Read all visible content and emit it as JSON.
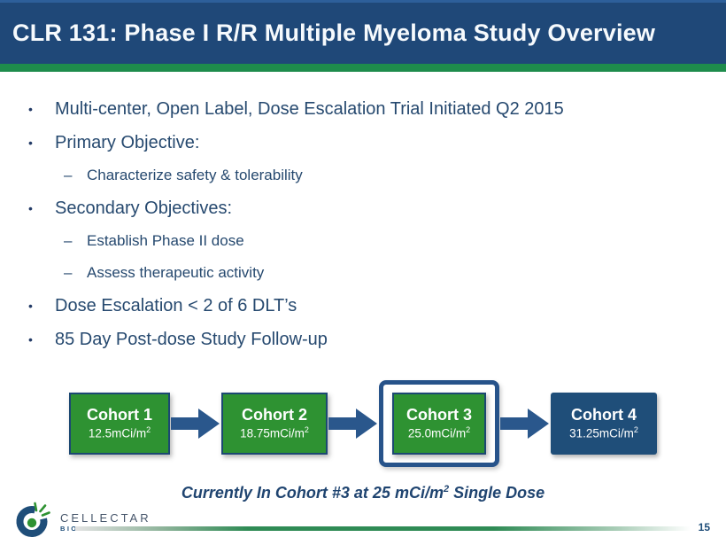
{
  "slide": {
    "title": "CLR 131: Phase I R/R Multiple Myeloma Study Overview",
    "page_number": "15"
  },
  "colors": {
    "title_bar_navy": "#1F4878",
    "accent_stripe_green": "#1E8C4C",
    "cohort_box_green": "#2E9232",
    "cohort_box_navy": "#1F4E79",
    "body_text_navy": "#26496F",
    "highlight_border_navy": "#27538A"
  },
  "bullets": [
    {
      "level": 1,
      "marker": "•",
      "text": "Multi-center, Open Label, Dose Escalation Trial Initiated Q2 2015"
    },
    {
      "level": 1,
      "marker": "•",
      "text": "Primary Objective:"
    },
    {
      "level": 2,
      "marker": "–",
      "text": "Characterize safety & tolerability"
    },
    {
      "level": 1,
      "marker": "•",
      "text": "Secondary Objectives:"
    },
    {
      "level": 2,
      "marker": "–",
      "text": "Establish Phase II dose"
    },
    {
      "level": 2,
      "marker": "–",
      "text": "Assess therapeutic activity"
    },
    {
      "level": 1,
      "marker": "•",
      "text": "Dose Escalation < 2 of 6 DLT’s"
    },
    {
      "level": 1,
      "marker": "•",
      "text": "85 Day Post-dose Study Follow-up"
    }
  ],
  "cohorts": [
    {
      "name": "Cohort 1",
      "dose": "12.5mCi/m",
      "dose_sup": "2",
      "style": "green",
      "current": false
    },
    {
      "name": "Cohort 2",
      "dose": "18.75mCi/m",
      "dose_sup": "2",
      "style": "green",
      "current": false
    },
    {
      "name": "Cohort 3",
      "dose": "25.0mCi/m",
      "dose_sup": "2",
      "style": "green",
      "current": true
    },
    {
      "name": "Cohort 4",
      "dose": "31.25mCi/m",
      "dose_sup": "2",
      "style": "navy",
      "current": false
    }
  ],
  "status_note": {
    "text_before": "Currently In Cohort #3 at 25 mCi/m",
    "sup": "2",
    "text_after": " Single Dose"
  },
  "footer": {
    "logo_name": "CELLECTAR",
    "logo_subtitle": "BIOSCIENCES"
  }
}
